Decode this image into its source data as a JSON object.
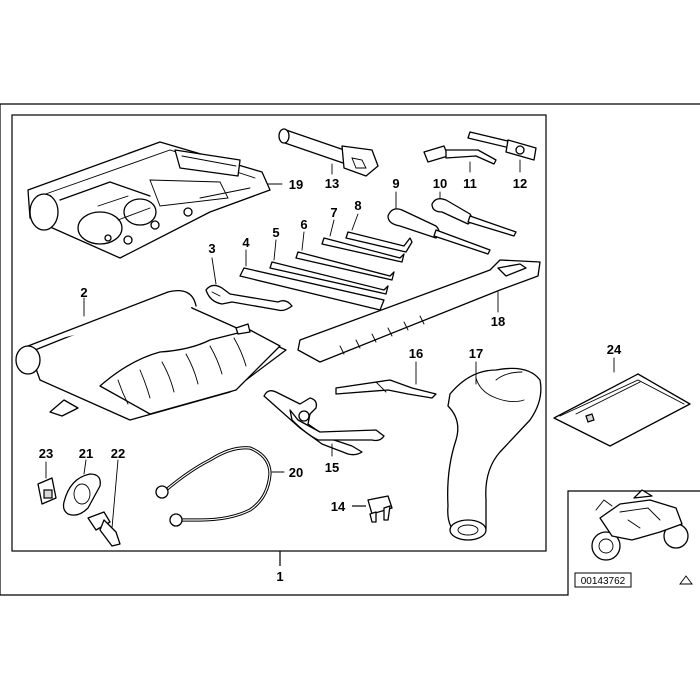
{
  "callouts": {
    "c1": "1",
    "c2": "2",
    "c3": "3",
    "c4": "4",
    "c5": "5",
    "c6": "6",
    "c7": "7",
    "c8": "8",
    "c9": "9",
    "c10": "10",
    "c11": "11",
    "c12": "12",
    "c13": "13",
    "c14": "14",
    "c15": "15",
    "c16": "16",
    "c17": "17",
    "c18": "18",
    "c19": "19",
    "c20": "20",
    "c21": "21",
    "c22": "22",
    "c23": "23",
    "c24": "24"
  },
  "thumbnail": {
    "reference_number": "00143762"
  },
  "icons": {
    "thumbnail_marker": "triangle-icon",
    "vehicle": "motorcycle-icon"
  }
}
